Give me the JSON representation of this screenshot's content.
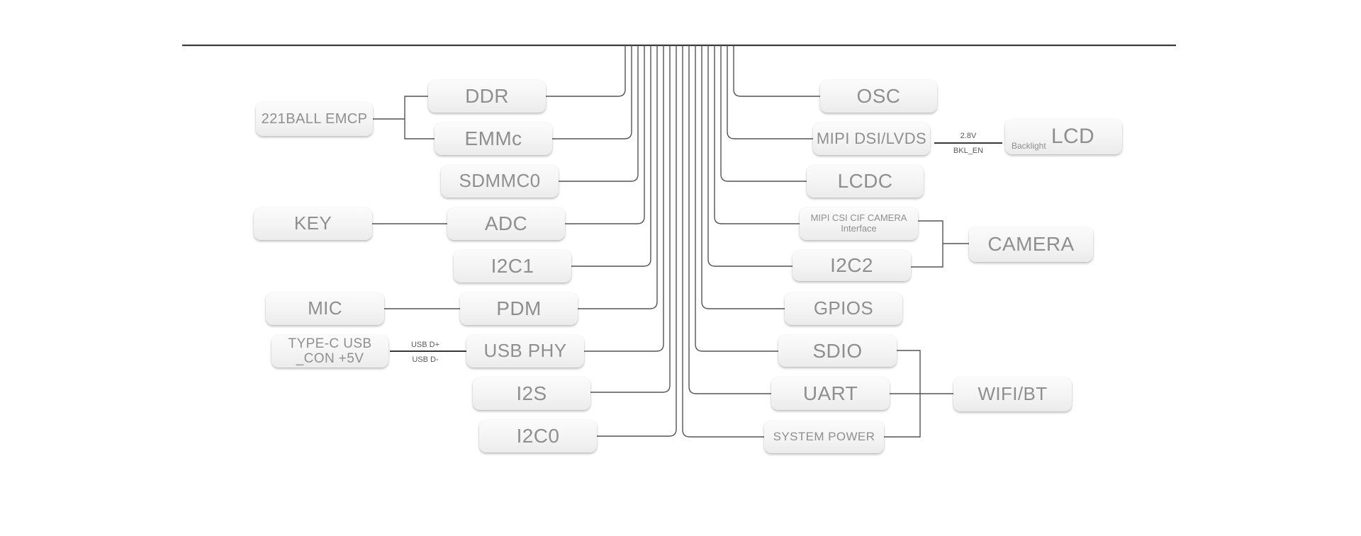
{
  "nodes": {
    "emcp": {
      "label": "221BALL EMCP"
    },
    "ddr": {
      "label": "DDR"
    },
    "emmc": {
      "label": "EMMc"
    },
    "sdmmc0": {
      "label": "SDMMC0"
    },
    "key": {
      "label": "KEY"
    },
    "adc": {
      "label": "ADC"
    },
    "i2c1": {
      "label": "I2C1"
    },
    "mic": {
      "label": "MIC"
    },
    "pdm": {
      "label": "PDM"
    },
    "typec": {
      "label": "TYPE-C USB",
      "label2": "_CON +5V"
    },
    "usbphy": {
      "label": "USB PHY"
    },
    "i2s": {
      "label": "I2S"
    },
    "i2c0": {
      "label": "I2C0"
    },
    "osc": {
      "label": "OSC"
    },
    "mipidsi": {
      "label": "MIPI DSI/LVDS"
    },
    "lcd": {
      "label": "LCD",
      "sublabel": "Backlight"
    },
    "lcdc": {
      "label": "LCDC"
    },
    "mipicsi": {
      "label": "MIPI CSI CIF CAMERA",
      "label2": "Interface"
    },
    "camera": {
      "label": "CAMERA"
    },
    "i2c2": {
      "label": "I2C2"
    },
    "gpios": {
      "label": "GPIOS"
    },
    "sdio": {
      "label": "SDIO"
    },
    "uart": {
      "label": "UART"
    },
    "syspower": {
      "label": "SYSTEM POWER"
    },
    "wifibt": {
      "label": "WIFI/BT"
    }
  },
  "edge_labels": {
    "usb_dp": "USB D+",
    "usb_dm": "USB D-",
    "lcd_voltage": "2.8V",
    "lcd_enable": "BKL_EN"
  },
  "colors": {
    "background": "#ffffff",
    "box_fill_top": "#fbfbfb",
    "box_fill_bottom": "#ebebeb",
    "box_text": "#8f8f8f",
    "wire": "#545454",
    "bus_wire": "#3a3a3a",
    "small_label_text": "#595959"
  }
}
